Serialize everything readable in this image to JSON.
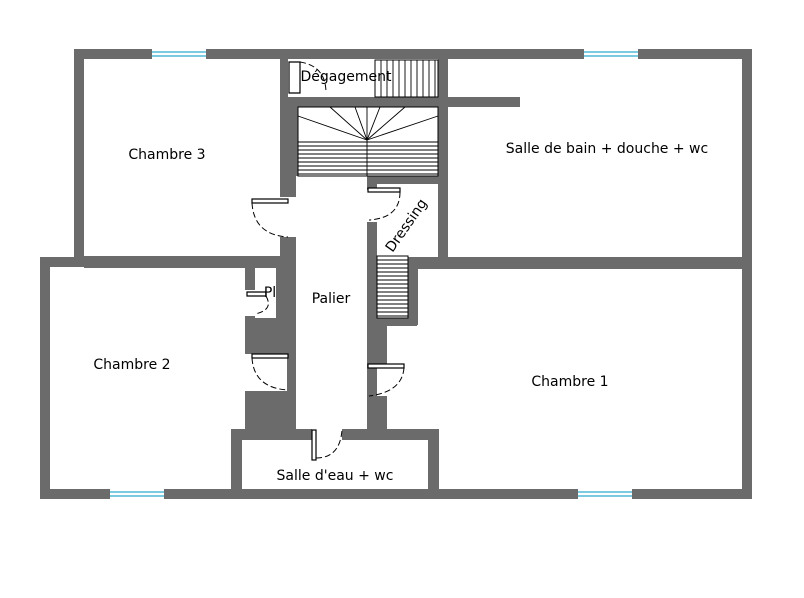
{
  "rooms": {
    "chambre3": "Chambre 3",
    "degagement": "Dégagement",
    "salle_bain": "Salle de bain + douche + wc",
    "dressing": "Dressing",
    "palier": "Palier",
    "pl": "Pl",
    "chambre2": "Chambre 2",
    "chambre1": "Chambre 1",
    "salle_eau": "Salle d'eau + wc"
  },
  "colors": {
    "wall": "#6b6b6b",
    "window": "#4fb8d8",
    "background": "#ffffff"
  }
}
